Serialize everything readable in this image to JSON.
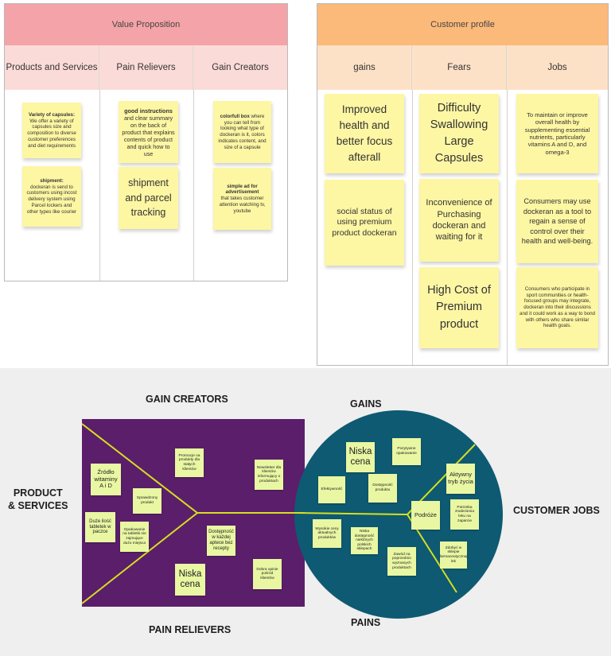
{
  "value_proposition": {
    "title": "Value Proposition",
    "header_color": "#f4a3a8",
    "sub_color": "#fbdbd7",
    "columns": [
      "Products and Services",
      "Pain Relievers",
      "Gain Creators"
    ],
    "notes": {
      "ps1_title": "Variety of capsules:",
      "ps1_body": "We offer a variety of capsules size and composition to diverse customer preferences and diet requirements",
      "ps2_title": "shipment:",
      "ps2_body": "dockeran is send to customers using incost delivery system using Parcel lockers and other types like courier",
      "pr1_title": "good instructions",
      "pr1_body": "and clear summary on the back of product that explains contents of product and quick how to use",
      "pr2": "shipment and parcel tracking",
      "gc1_title": "colorfull box",
      "gc1_body": "where you can tell from looking what type of dockeran is it, colors indicates content, and size of a capsule",
      "gc2_title": "simple ad for advertisement",
      "gc2_body": "that takes customer attention watching tv, youtube"
    }
  },
  "customer_profile": {
    "title": "Customer profile",
    "header_color": "#fbb97a",
    "sub_color": "#fde1c7",
    "columns": [
      "gains",
      "Fears",
      "Jobs"
    ],
    "notes": {
      "g1": "Improved health and better focus afterall",
      "g2": "social status of using premium product dockeran",
      "f1": "Difficulty Swallowing Large Capsules",
      "f2": "Inconvenience of Purchasing dockeran and waiting for it",
      "f3": "High Cost of Premium product",
      "j1": "To maintain or improve overall health by supplementing essential nutrients, particularly vitamins A and D, and omega-3",
      "j2": "Consumers may use dockeran as a tool to regain a sense of control over their health and well-being.",
      "j3": "Consumers who participate in sport communities or health-focused groups may integrate, dockeran into their discussions and it could work as a way to bond with others who share similar health goals."
    }
  },
  "canvas": {
    "labels": {
      "gain_creators": "GAIN CREATORS",
      "gains": "GAINS",
      "product_services_1": "PRODUCT",
      "product_services_2": "& SERVICES",
      "customer_jobs": "CUSTOMER JOBS",
      "pain_relievers": "PAIN RELIEVERS",
      "pains": "PAINS"
    },
    "square_color": "#5b1e6b",
    "circle_color": "#0e5a72",
    "line_color": "#d6df1f",
    "note_color": "#e9f7a3",
    "square_notes": {
      "n1": "Źródło witaminy A i D",
      "n2": "Sprawdzony produkt",
      "n3": "Duże ilość tabletek w paczce",
      "n4": "Opakowanie na tabletki nie zajmujące dużo miejsca",
      "n5": "Promocje na produkty dla stałych klientów",
      "n6": "Newsletter dla klientów informujący o produktach",
      "n7": "Dostępność w każdej aptece bez recepty",
      "n8": "Niska cena",
      "n9": "Dobra opinie pośród klientów"
    },
    "circle_notes": {
      "c1": "Niska cena",
      "c2": "Pozytywne opakowanie",
      "c3": "Efektywność",
      "c4": "Dostępność produktu",
      "c5": "Aktywny tryb życia",
      "c6": "Podróże",
      "c7": "Potrzeba znalezienia leku na zaparcie",
      "c8": "Wysokie ceny aktualnych produktów",
      "c9": "Niska dostępność niektórych polskich sklepach",
      "c10": "Zawód na poprzednio wyznanych produktach",
      "c11": "Zdobyć w sklepie farmaceutycznej lek"
    }
  }
}
